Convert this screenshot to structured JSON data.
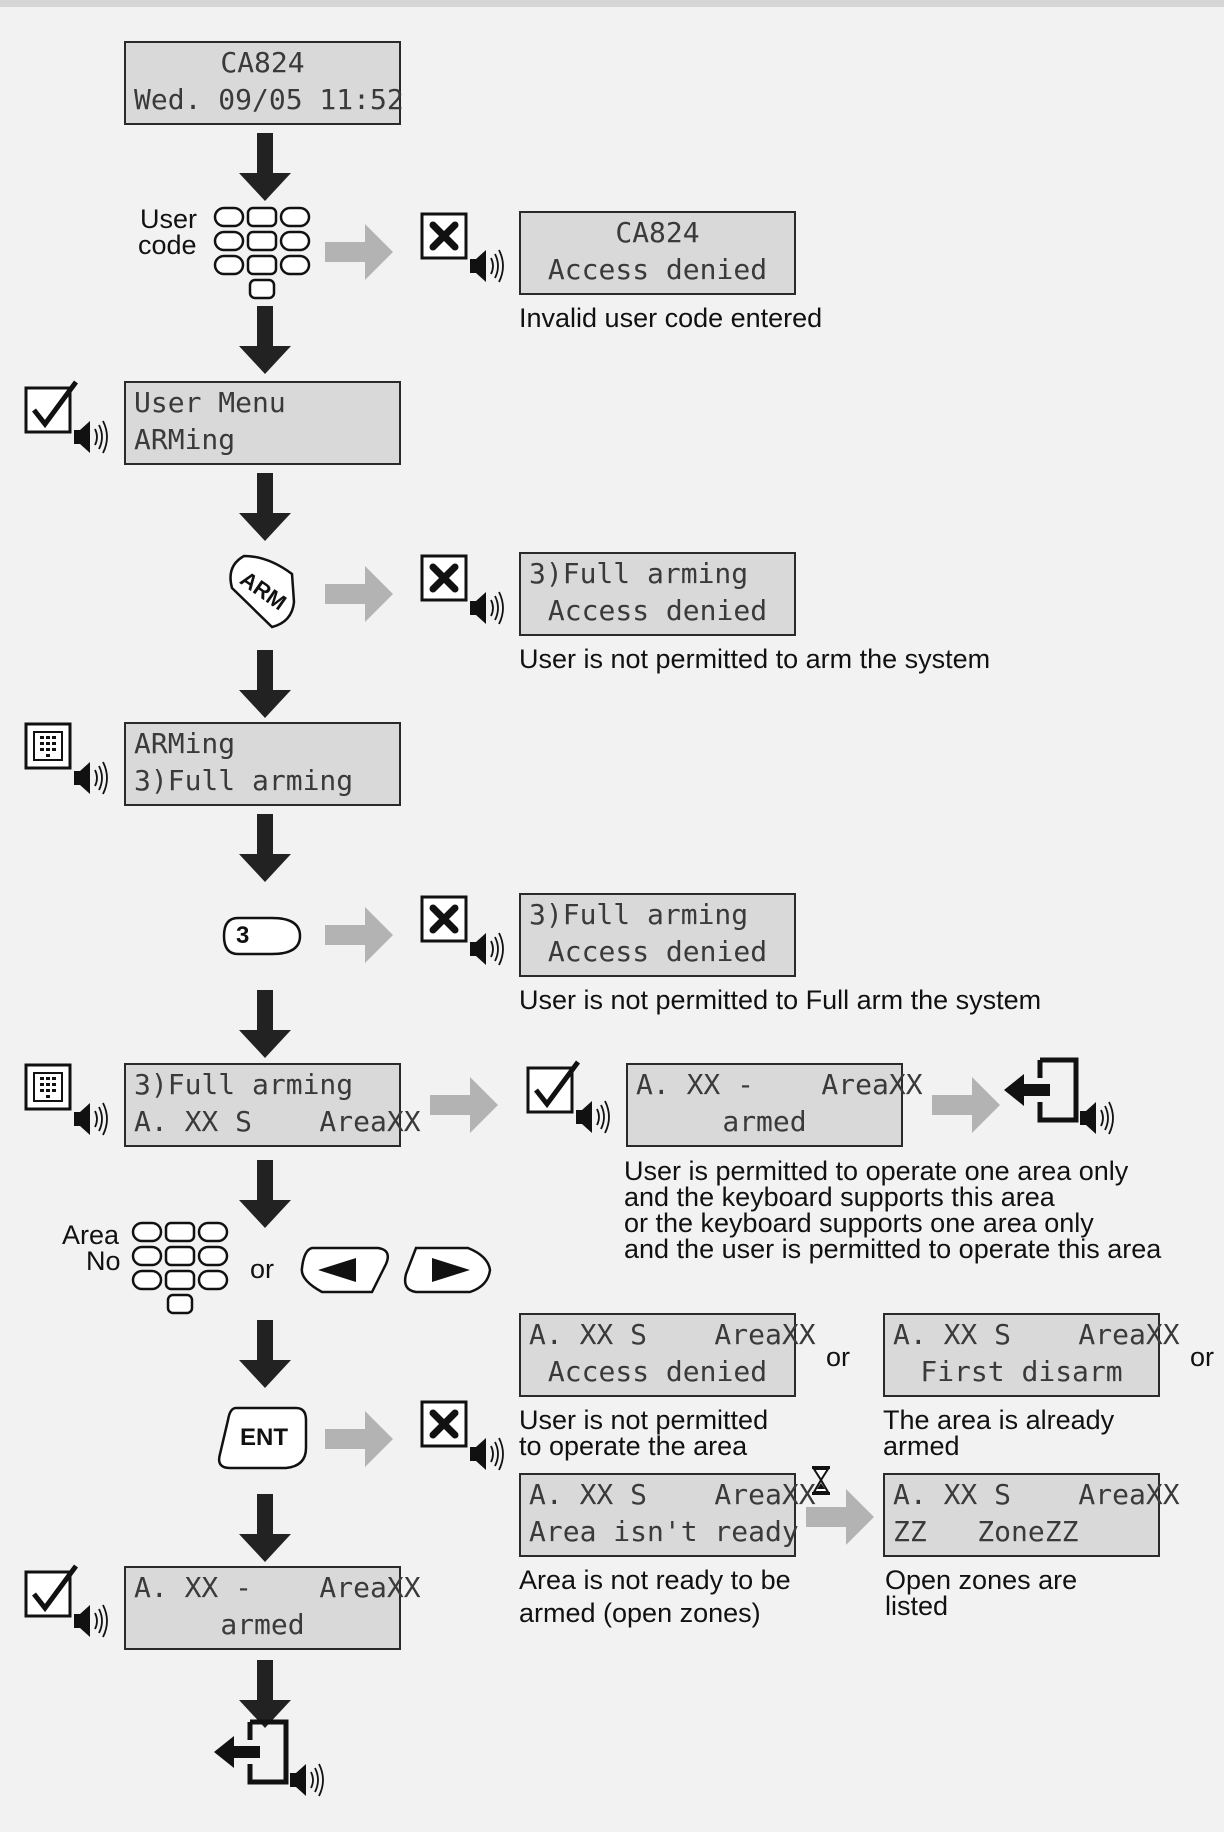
{
  "screens": {
    "start": [
      "CA824",
      "Wed. 09/05 11:52"
    ],
    "denied1": [
      "CA824",
      "Access denied"
    ],
    "user_menu": [
      "User Menu",
      "ARMing"
    ],
    "arm_denied": [
      "3)Full arming",
      "Access denied"
    ],
    "arming_menu": [
      "ARMing",
      "3)Full arming"
    ],
    "full_denied": [
      "3)Full arming",
      "Access denied"
    ],
    "full_arming": [
      "3)Full arming",
      "A. XX S    AreaXX"
    ],
    "armed_one": [
      "A. XX -    AreaXX",
      "armed"
    ],
    "area_denied": [
      "A. XX S    AreaXX",
      "Access denied"
    ],
    "first_disarm": [
      "A. XX S    AreaXX",
      "First disarm"
    ],
    "not_ready": [
      "A. XX S    AreaXX",
      "Area isn't ready"
    ],
    "zones": [
      "A. XX S    AreaXX",
      "ZZ   ZoneZZ"
    ],
    "final_armed": [
      "A. XX -    AreaXX",
      "armed"
    ]
  },
  "captions": {
    "invalid_code": "Invalid user code entered",
    "no_arm": "User is not permitted to arm the system",
    "no_full_arm": "User is not permitted to Full arm the system",
    "one_area": [
      "User is permitted to operate one area only",
      "and the keyboard supports this area",
      "or the keyboard supports one area only",
      "and the user is permitted to operate this area"
    ],
    "no_operate": [
      "User is not permitted",
      "to operate the area"
    ],
    "already_armed": [
      "The area is already",
      "armed"
    ],
    "not_ready": [
      "Area is not ready to be",
      "armed (open zones)"
    ],
    "open_zones": [
      "Open zones are",
      "listed"
    ]
  },
  "labels": {
    "user_code": [
      "User",
      "code"
    ],
    "area_no": [
      "Area",
      "No"
    ],
    "or": "or",
    "arm_key": "ARM",
    "key_3": "3",
    "ent_key": "ENT"
  },
  "colors": {
    "background": "#f2f2f2",
    "lcd": "#d9d9d9",
    "lcd_text": "#3a3a3a",
    "arrow": "#222222",
    "gray_arrow": "#b3b3b3"
  },
  "icons": [
    "down-arrow-icon",
    "keypad-icon",
    "cross-icon",
    "check-icon",
    "menu-icon",
    "speaker-icon",
    "exit-icon",
    "hourglass-icon",
    "left-key-icon",
    "right-key-icon"
  ]
}
